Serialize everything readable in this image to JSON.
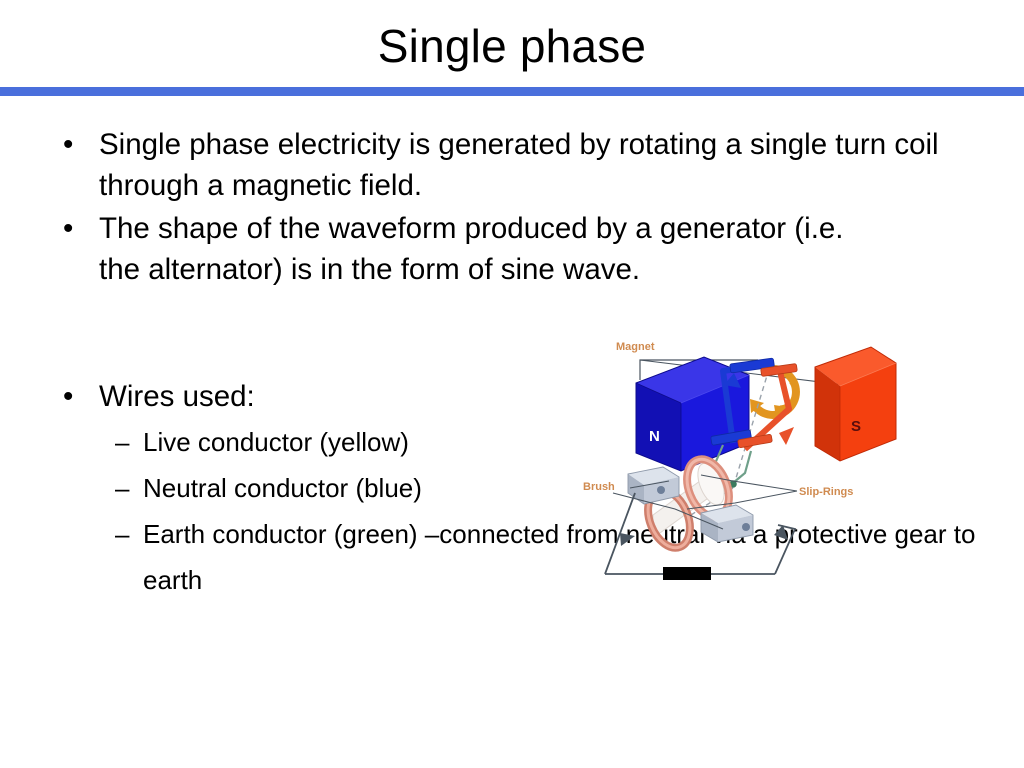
{
  "slide": {
    "title": "Single phase",
    "rule_color": "#4a6fdc",
    "background": "#ffffff",
    "text_color": "#000000"
  },
  "body": {
    "bullet_marker": "•",
    "sub_marker": "–",
    "bullets": [
      {
        "text": "Single phase electricity is generated by rotating a single turn coil through a magnetic field."
      },
      {
        "text": "The shape of the waveform produced by a generator (i.e. the alternator) is in the form of sine wave."
      },
      {
        "text": "Wires used:"
      }
    ],
    "sub_bullets": [
      {
        "text": "Live conductor (yellow)"
      },
      {
        "text": "Neutral conductor (blue)"
      },
      {
        "text": "Earth conductor (green) –connected from neutral via a protective gear to earth"
      }
    ]
  },
  "diagram": {
    "name": "ac-generator-diagram",
    "labels": {
      "magnet": "Magnet",
      "brush": "Brush",
      "slip_rings": "Slip-Rings",
      "north_pole": "N",
      "south_pole": "S"
    },
    "colors": {
      "north_magnet": "#1a18dd",
      "north_magnet_top": "#3a36e8",
      "north_magnet_side": "#1210b4",
      "south_magnet": "#f4400f",
      "south_magnet_top": "#fa5a2c",
      "south_magnet_side": "#d1330a",
      "rotation_arrow": "#e2951f",
      "coil_blue": "#1a3ad4",
      "coil_red": "#e8512a",
      "slip_ring": "#e09080",
      "brush_block": "#c2cad8",
      "wire": "#4a5560",
      "load": "#000000",
      "label_text": "#d08b50"
    }
  }
}
